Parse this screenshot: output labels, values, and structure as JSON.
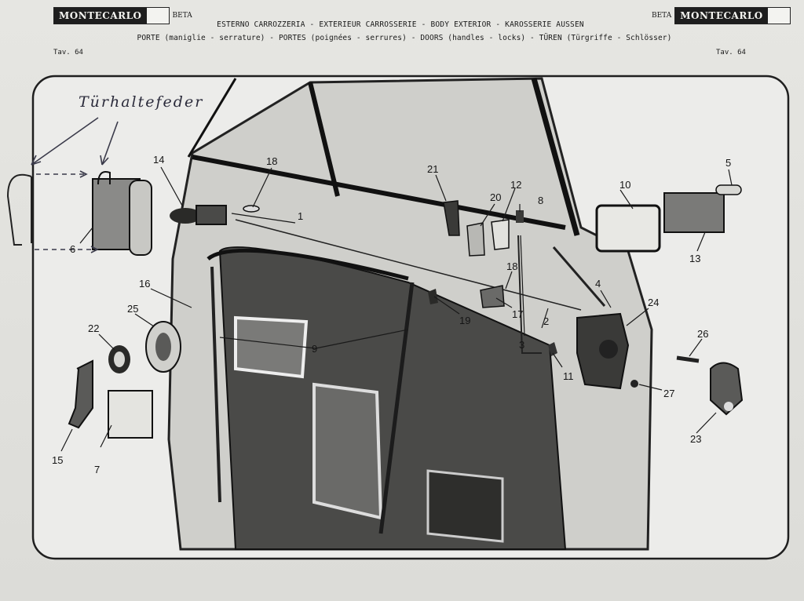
{
  "header": {
    "brand_left": {
      "name": "MONTECARLO",
      "sub": "BETA"
    },
    "brand_right": {
      "name": "MONTECARLO",
      "sub": "BETA"
    },
    "title_line": "ESTERNO CARROZZERIA  -  EXTERIEUR CARROSSERIE  -  BODY EXTERIOR  -  KAROSSERIE AUSSEN",
    "subtitle_line": "PORTE (maniglie - serrature)  -  PORTES (poignées - serrures)  -  DOORS (handles - locks)  -  TÜREN (Türgriffe - Schlösser)",
    "plate_left": "Tav. 64",
    "plate_right": "Tav. 64"
  },
  "annotation": {
    "handwritten": "Türhaltefeder"
  },
  "callouts": [
    "1",
    "2",
    "3",
    "4",
    "5",
    "6",
    "7",
    "8",
    "9",
    "10",
    "11",
    "12",
    "13",
    "14",
    "15",
    "16",
    "17",
    "18",
    "18",
    "19",
    "20",
    "21",
    "22",
    "23",
    "24",
    "25",
    "26",
    "27"
  ],
  "colors": {
    "paper": "#e2e2de",
    "ink": "#1a1a1a",
    "border": "#1f1f1f"
  }
}
